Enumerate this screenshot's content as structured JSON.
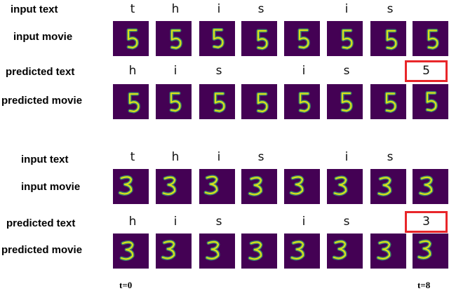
{
  "panels": [
    {
      "row_labels": {
        "input_text": "input text",
        "input_movie": "input movie",
        "predicted_text": "predicted text",
        "predicted_movie": "predicted movie"
      },
      "input_text": [
        "t",
        "h",
        "i",
        "s",
        "",
        "i",
        "s",
        ""
      ],
      "predicted_text": [
        "h",
        "i",
        "s",
        "",
        "i",
        "s",
        "",
        "5"
      ],
      "digit": "5",
      "highlighted_prediction": "5"
    },
    {
      "row_labels": {
        "input_text": "input text",
        "input_movie": "input movie",
        "predicted_text": "predicted text",
        "predicted_movie": "predicted movie"
      },
      "input_text": [
        "t",
        "h",
        "i",
        "s",
        "",
        "i",
        "s",
        ""
      ],
      "predicted_text": [
        "h",
        "i",
        "s",
        "",
        "i",
        "s",
        "",
        "3"
      ],
      "digit": "3",
      "highlighted_prediction": "3"
    }
  ],
  "time_labels": {
    "start": "t=0",
    "end": "t=8"
  },
  "colors": {
    "frame_bg": "#440154",
    "digit": "#d8e219",
    "digit_glow": "#35b779",
    "highlight": "#e8262a"
  }
}
